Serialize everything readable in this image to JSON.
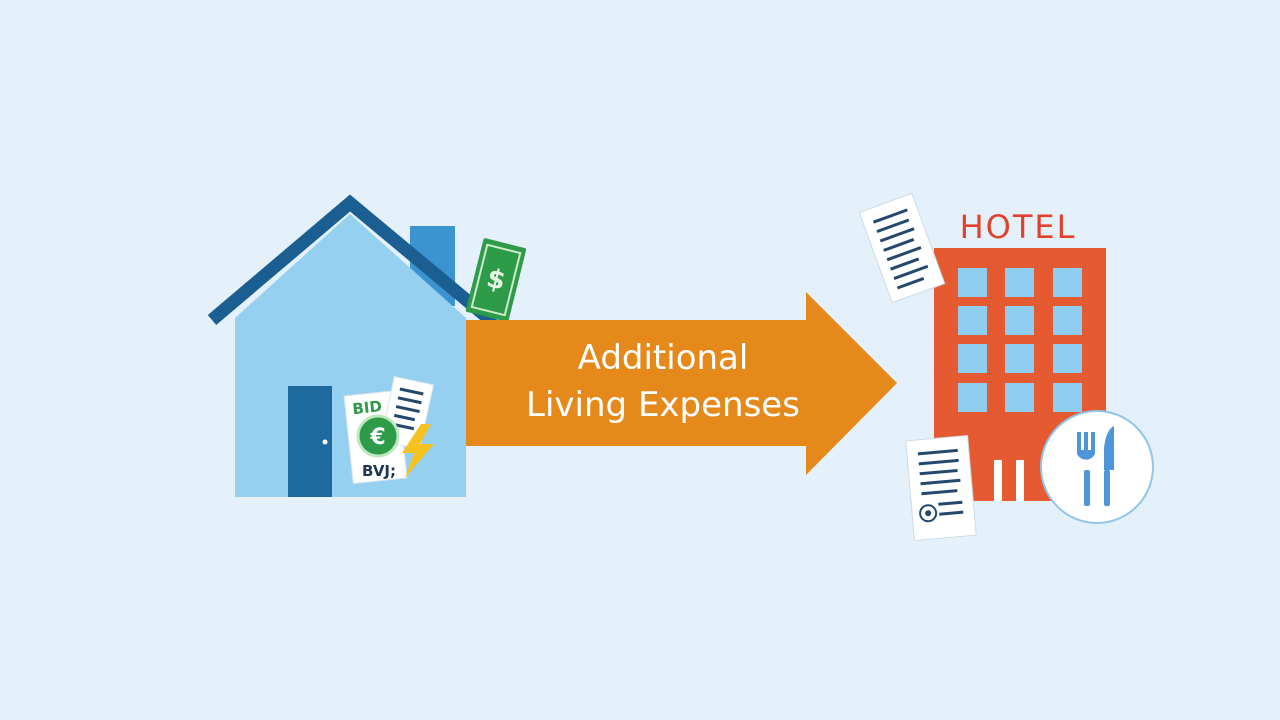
{
  "arrow": {
    "line1": "Additional",
    "line2": "Living Expenses"
  },
  "hotel": {
    "sign": "HOTEL"
  },
  "bill_text": {
    "top": "BID",
    "bottom": "BVJ;",
    "coin": "€"
  },
  "cash_symbol": "$",
  "colors": {
    "background": "#e4f1fb",
    "house_body": "#95d0f0",
    "house_roof": "#1b5f92",
    "house_chimney": "#3b93cf",
    "house_door": "#1d6aa0",
    "arrow": "#e58a1a",
    "hotel": "#e55a30",
    "hotel_sign": "#e2412c",
    "hotel_window": "#8fcdf1",
    "money_green": "#2d9b48",
    "utensils_blue": "#4f95d9",
    "lightning": "#f5c222"
  },
  "icons": [
    "house-icon",
    "cash-icon",
    "bills-icon",
    "lightning-icon",
    "arrow-icon",
    "hotel-icon",
    "receipt-icon",
    "utensils-icon"
  ]
}
